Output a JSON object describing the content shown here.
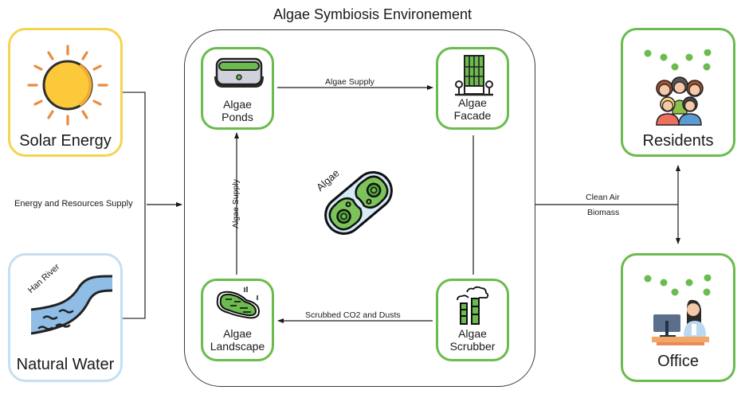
{
  "title": "Algae Symbiosis Environement",
  "sources": {
    "solar": {
      "label": "Solar Energy",
      "icon": "sun-icon",
      "border_color": "#f5d451"
    },
    "water": {
      "label": "Natural Water",
      "icon": "river-icon",
      "river_label": "Han River",
      "border_color": "#c5dff2"
    },
    "supply_label": "Energy and Resources Supply"
  },
  "environment": {
    "nodes": {
      "ponds": {
        "line1": "Algae",
        "line2": "Ponds",
        "icon": "pond-icon"
      },
      "facade": {
        "line1": "Algae",
        "line2": "Facade",
        "icon": "building-facade-icon"
      },
      "landscape": {
        "line1": "Algae",
        "line2": "Landscape",
        "icon": "landscape-pond-icon"
      },
      "scrubber": {
        "line1": "Algae",
        "line2": "Scrubber",
        "icon": "factory-chimney-icon"
      }
    },
    "center": {
      "label": "Algae",
      "icon": "algae-cell-icon"
    },
    "edges": {
      "ponds_to_facade": "Algae Supply",
      "landscape_to_ponds": "Algae Supply",
      "scrubber_to_landscape": "Scrubbed CO2 and Dusts"
    },
    "accent_color": "#6bbb4e"
  },
  "outputs": {
    "clean_air": "Clean Air",
    "biomass": "Biomass",
    "residents": {
      "label": "Residents",
      "icon": "people-group-icon"
    },
    "office": {
      "label": "Office",
      "icon": "office-worker-icon"
    }
  }
}
